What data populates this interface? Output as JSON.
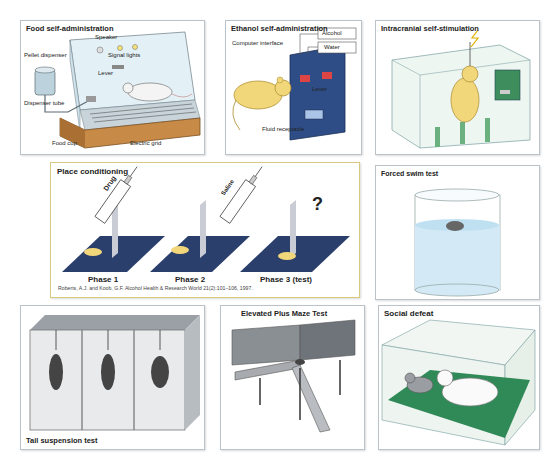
{
  "diagram": {
    "nodes": [
      {
        "text": [
          "Food self-administration"
        ]
      },
      {
        "text": [
          "Ethanol self-administration"
        ]
      },
      {
        "text": [
          "Intracranial self-stimulation"
        ]
      },
      {
        "text": [
          "Place conditioning"
        ]
      },
      {
        "text": [
          "Forced swim test"
        ]
      },
      {
        "text": [
          "Tail suspension test"
        ]
      },
      {
        "text": [
          "Elevated Plus Maze Test"
        ]
      },
      {
        "text": [
          "Social defeat"
        ]
      }
    ],
    "labels": [
      "Speaker",
      "Signal lights",
      "Lever",
      "Pellet dispenser",
      "Dispenser tube",
      "Food cup",
      "Electric grid",
      "Alcohol",
      "Water",
      "Computer interface",
      "Lever",
      "Fluid receptacle",
      "Drug",
      "Saline",
      "?",
      "Phase 1",
      "Phase 2",
      "Phase 3 (test)",
      "Roberts, A.J. and Koob, G.F. Alcohol Health & Research World 21(2):101–106, 1997."
    ]
  }
}
